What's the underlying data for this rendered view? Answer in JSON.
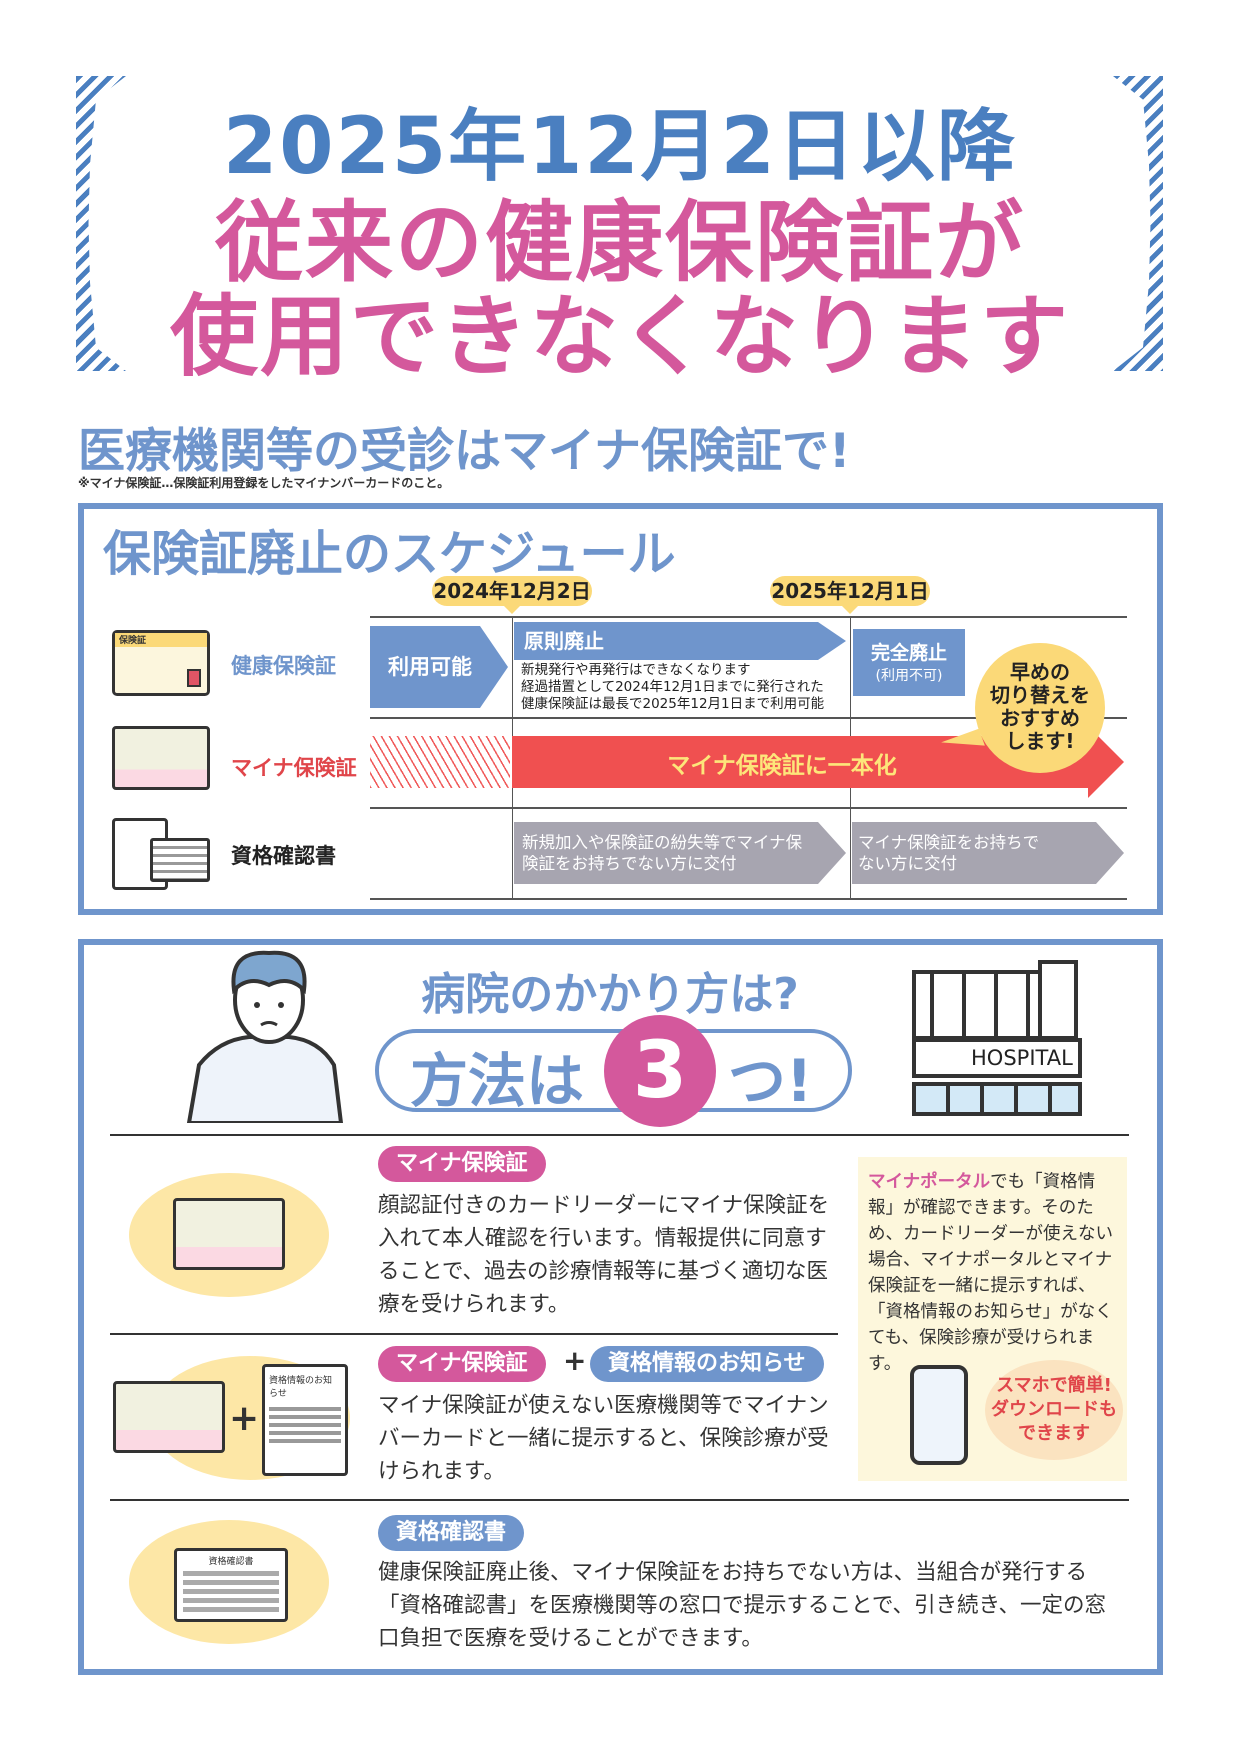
{
  "header": {
    "line1": "2025年12月2日以降",
    "line2": "従来の健康保険証が",
    "line3": "使用できなくなります"
  },
  "subtitle": {
    "text": "医療機関等の受診はマイナ保険証で!",
    "note": "※マイナ保険証…保険証利用登録をしたマイナンバーカードのこと。"
  },
  "schedule": {
    "title": "保険証廃止のスケジュール",
    "dates": [
      "2024年12月2日",
      "2025年12月1日"
    ],
    "rows": [
      {
        "label": "健康保険証",
        "card_text": "保険証",
        "phases": [
          "利用可能",
          "原則廃止",
          "完全廃止",
          "(利用不可)"
        ],
        "detail": [
          "新規発行や再発行はできなくなります",
          "経過措置として2024年12月1日までに発行された",
          "健康保険証は最長で2025年12月1日まで利用可能"
        ]
      },
      {
        "label": "マイナ保険証",
        "phase": "マイナ保険証に一本化"
      },
      {
        "label": "資格確認書",
        "phases": [
          "新規加入や保険証の紛失等でマイナ保険証をお持ちでない方に交付",
          "マイナ保険証をお持ちでない方に交付"
        ]
      }
    ],
    "bubble": [
      "早めの",
      "切り替えを",
      "おすすめ",
      "します!"
    ]
  },
  "howto": {
    "question": "病院のかかり方は?",
    "methods_pre": "方法は",
    "methods_num": "3",
    "methods_post": "つ!",
    "hospital_sign": "HOSPITAL",
    "sections": [
      {
        "tags": [
          "マイナ保険証"
        ],
        "text": "顔認証付きのカードリーダーにマイナ保険証を入れて本人確認を行います。情報提供に同意することで、過去の診療情報等に基づく適切な医療を受けられます。"
      },
      {
        "tags": [
          "マイナ保険証",
          "資格情報のお知らせ"
        ],
        "plus": "+",
        "doc_title": "資格情報のお知らせ",
        "text": "マイナ保険証が使えない医療機関等でマイナンバーカードと一緒に提示すると、保険診療が受けられます。"
      },
      {
        "tags": [
          "資格確認書"
        ],
        "doc_title": "資格確認書",
        "text": "健康保険証廃止後、マイナ保険証をお持ちでない方は、当組合が発行する「資格確認書」を医療機関等の窓口で提示することで、引き続き、一定の窓口負担で医療を受けることができます。"
      }
    ],
    "side": {
      "highlight": "マイナポータル",
      "text": "でも「資格情報」が確認できます。そのため、カードリーダーが使えない場合、マイナポータルとマイナ保険証を一緒に提示すれば、「資格情報のお知らせ」がなくても、保険診療が受けられます。",
      "bubble": [
        "スマホで簡単!",
        "ダウンロードも",
        "できます"
      ]
    }
  },
  "colors": {
    "blue": "#6f95cc",
    "title_blue": "#4a7fc0",
    "pink": "#d4589c",
    "red": "#f05050",
    "yellow": "#fbd978",
    "grey": "#a7a5b0"
  }
}
